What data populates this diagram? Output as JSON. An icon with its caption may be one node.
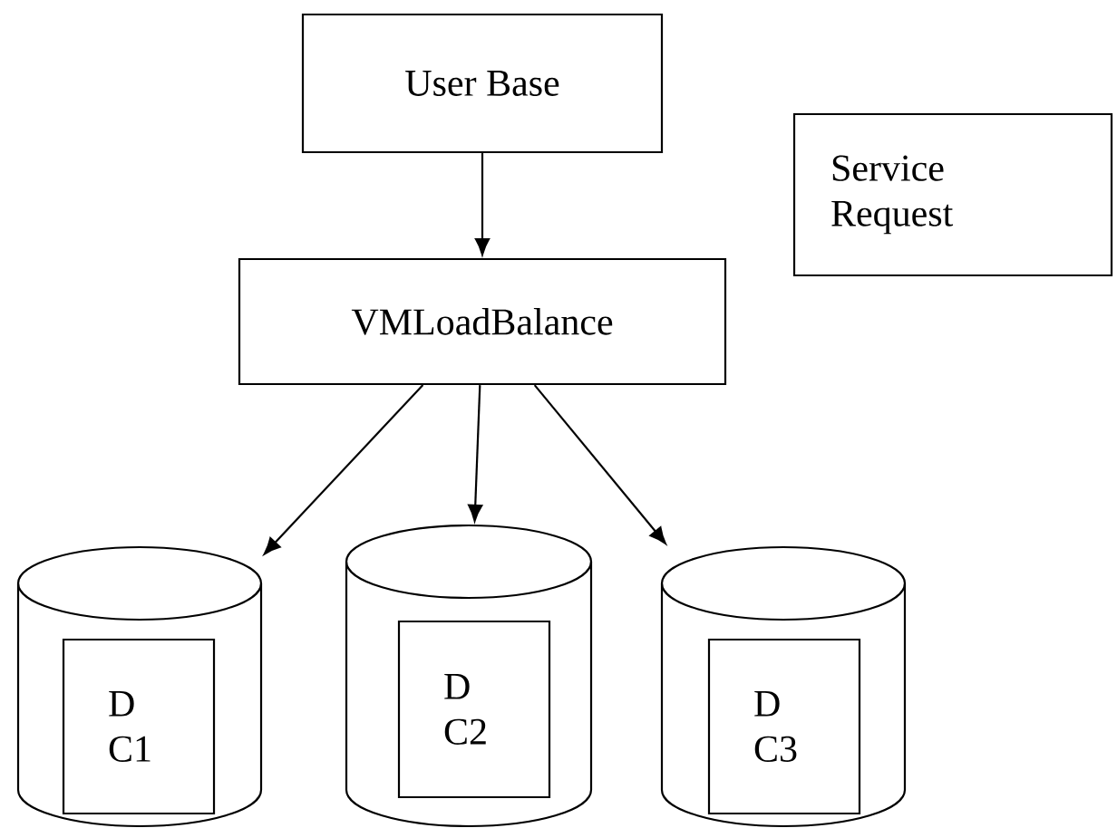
{
  "diagram": {
    "nodes": [
      {
        "text": [
          "User Base"
        ]
      },
      {
        "text": [
          "Service Request"
        ]
      },
      {
        "text": [
          "VMLoadBalance"
        ]
      },
      {
        "text": [],
        "shape": "cylinder"
      },
      {
        "text": [
          "D C1"
        ],
        "in": 3
      },
      {
        "text": [],
        "shape": "cylinder"
      },
      {
        "text": [
          "D C2"
        ],
        "in": 5
      },
      {
        "text": [],
        "shape": "cylinder"
      },
      {
        "text": [
          "D C3"
        ],
        "in": 7
      }
    ],
    "edges": [
      {
        "from": 0,
        "to": 2,
        "arrow": "to"
      },
      {
        "from": 2,
        "to": 3,
        "arrow": "to"
      },
      {
        "from": 2,
        "to": 5,
        "arrow": "to"
      },
      {
        "from": 2,
        "to": 7,
        "arrow": "to"
      }
    ]
  }
}
